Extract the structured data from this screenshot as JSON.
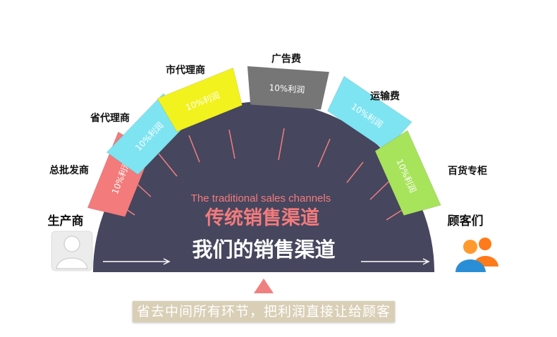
{
  "subtitle_en": "The traditional sales channels",
  "title_traditional": "传统销售渠道",
  "title_ours": "我们的销售渠道",
  "endpoints": {
    "left": "生产商",
    "right": "顾客们"
  },
  "segments": [
    {
      "label": "总批发商",
      "text": "10%利润",
      "color": "#f37b7c"
    },
    {
      "label": "省代理商",
      "text": "10%利润",
      "color": "#7fe4f2"
    },
    {
      "label": "市代理商",
      "text": "10%利润",
      "color": "#f2f21e"
    },
    {
      "label": "广告费",
      "text": "10%利润",
      "color": "#767676"
    },
    {
      "label": "运输费",
      "text": "10%利润",
      "color": "#7fe4f2"
    },
    {
      "label": "百货专柜",
      "text": "10%利润",
      "color": "#a8e35c"
    }
  ],
  "caption": "省去中间所有环节，把利润直接让给顾客",
  "colors": {
    "dome": "#46465e",
    "rays": "#f08080",
    "title_accent": "#f37b7c",
    "pointer": "#f08080",
    "caption_bg": "#d9cfb6"
  },
  "icons": {
    "left": "person-silhouette-icon",
    "right": "customers-group-icon",
    "pointer": "triangle-up-icon"
  }
}
